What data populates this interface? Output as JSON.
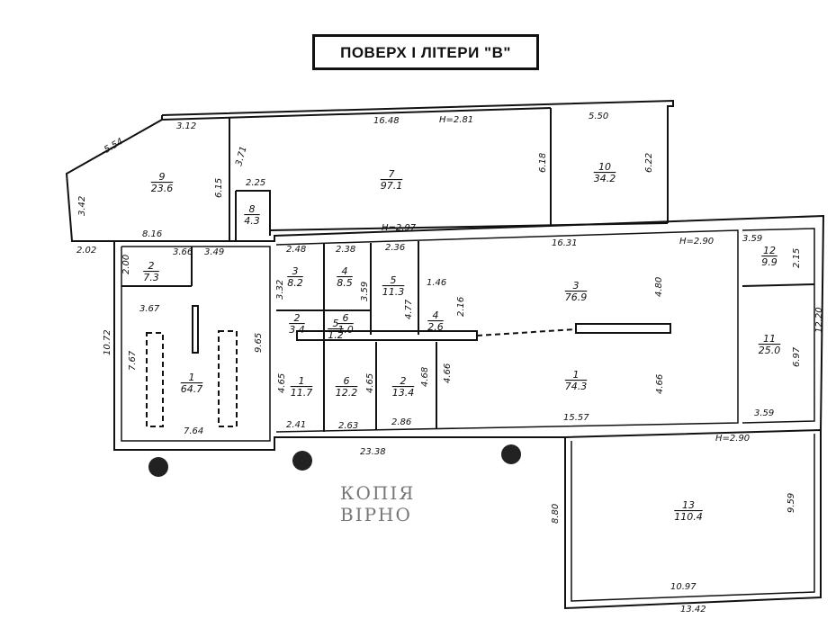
{
  "title": "ПОВЕРХ І ЛІТЕРИ \"В\"",
  "stamp": [
    "КОПІЯ",
    "ВІРНО"
  ],
  "heights": {
    "upper": "Н=2.81",
    "corridor": "Н=2.97",
    "main": "Н=2.90",
    "annex": "Н=2.90"
  },
  "rooms": [
    {
      "id": "9",
      "area": "23.6"
    },
    {
      "id": "7",
      "area": "97.1"
    },
    {
      "id": "10",
      "area": "34.2"
    },
    {
      "id": "8",
      "area": "4.3"
    },
    {
      "id": "2",
      "area": "7.3"
    },
    {
      "id": "1",
      "area": "64.7"
    },
    {
      "id": "3",
      "area": "8.2"
    },
    {
      "id": "4",
      "area": "8.5"
    },
    {
      "id": "5",
      "area": "11.3"
    },
    {
      "id": "4",
      "area": "2.6"
    },
    {
      "id": "6",
      "area": "1.0"
    },
    {
      "id": "2",
      "area": "3.4"
    },
    {
      "id": "5",
      "area": "1.2"
    },
    {
      "id": "1",
      "area": "11.7"
    },
    {
      "id": "6",
      "area": "12.2"
    },
    {
      "id": "2",
      "area": "13.4"
    },
    {
      "id": "3",
      "area": "76.9"
    },
    {
      "id": "1",
      "area": "74.3"
    },
    {
      "id": "12",
      "area": "9.9"
    },
    {
      "id": "11",
      "area": "25.0"
    },
    {
      "id": "13",
      "area": "110.4"
    }
  ],
  "dimensions": [
    "3.12",
    "16.48",
    "5.50",
    "5.54",
    "3.71",
    "6.15",
    "2.25",
    "6.18",
    "6.22",
    "3.42",
    "2.02",
    "8.16",
    "3.66",
    "3.49",
    "2.48",
    "2.38",
    "2.36",
    "16.31",
    "3.59",
    "2.00",
    "3.67",
    "3.32",
    "3.59",
    "1.46",
    "2.16",
    "4.77",
    "4.80",
    "2.15",
    "10.72",
    "7.67",
    "9.65",
    "4.65",
    "4.65",
    "4.68",
    "4.66",
    "4.66",
    "6.97",
    "12.20",
    "7.64",
    "2.41",
    "2.63",
    "2.86",
    "15.57",
    "3.59",
    "23.38",
    "8.80",
    "9.59",
    "10.97",
    "13.42"
  ]
}
